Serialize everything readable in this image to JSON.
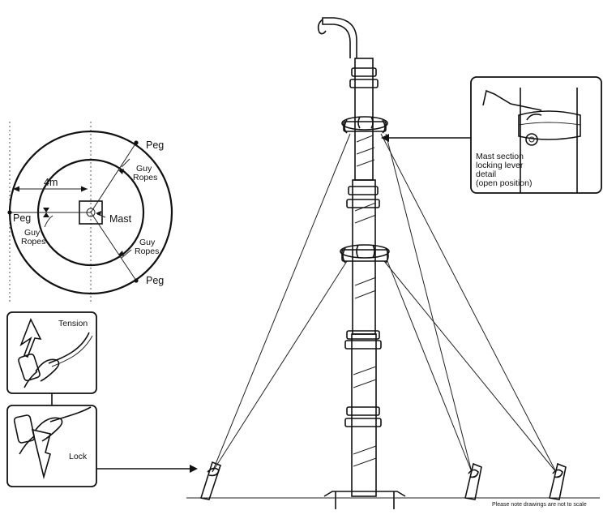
{
  "plan": {
    "distance_label": "4m",
    "peg_top": "Peg",
    "peg_left": "Peg",
    "peg_bottom": "Peg",
    "guy_ropes_top_1": "Guy",
    "guy_ropes_top_2": "Ropes",
    "guy_ropes_left_1": "Guy",
    "guy_ropes_left_2": "Ropes",
    "guy_ropes_bottom_1": "Guy",
    "guy_ropes_bottom_2": "Ropes",
    "mast_label": "Mast"
  },
  "tension_panel": {
    "label": "Tension"
  },
  "lock_panel": {
    "label": "Lock"
  },
  "detail_panel": {
    "line1": "Mast section",
    "line2": "locking lever",
    "line3": "detail",
    "line4": "(open position)"
  },
  "footer": {
    "note": "Please note drawings are not to scale"
  }
}
